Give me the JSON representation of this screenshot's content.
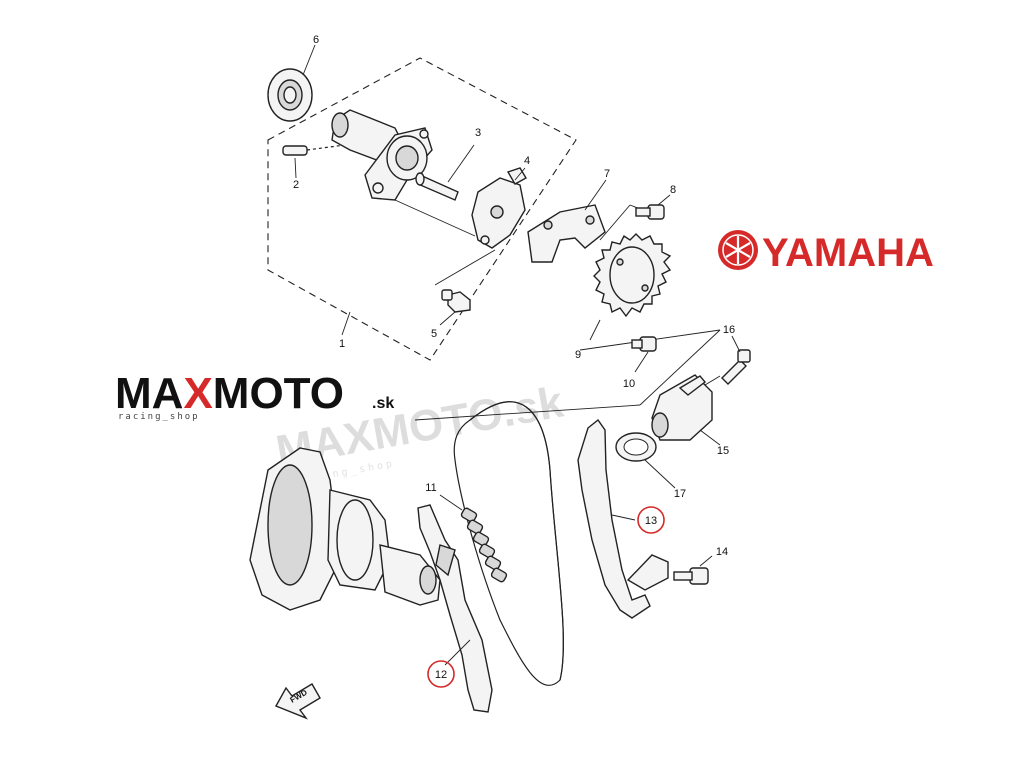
{
  "brand": {
    "yamaha": "YAMAHA",
    "maxmoto_main": "MAXMOTO",
    "maxmoto_x": "X",
    "maxmoto_suffix": ".sk",
    "maxmoto_tagline": "racing_shop",
    "accent_color": "#d62a2a"
  },
  "watermark": {
    "text": "MAXMOTO.sk",
    "tagline": "racing_shop"
  },
  "direction_label": "FWD",
  "callouts": {
    "p1": "1",
    "p2": "2",
    "p3": "3",
    "p4": "4",
    "p5": "5",
    "p6": "6",
    "p7": "7",
    "p8": "8",
    "p9": "9",
    "p10": "10",
    "p11": "11",
    "p12": "12",
    "p13": "13",
    "p14": "14",
    "p15": "15",
    "p16": "16",
    "p17": "17"
  },
  "highlighted_parts": [
    "12",
    "13"
  ]
}
